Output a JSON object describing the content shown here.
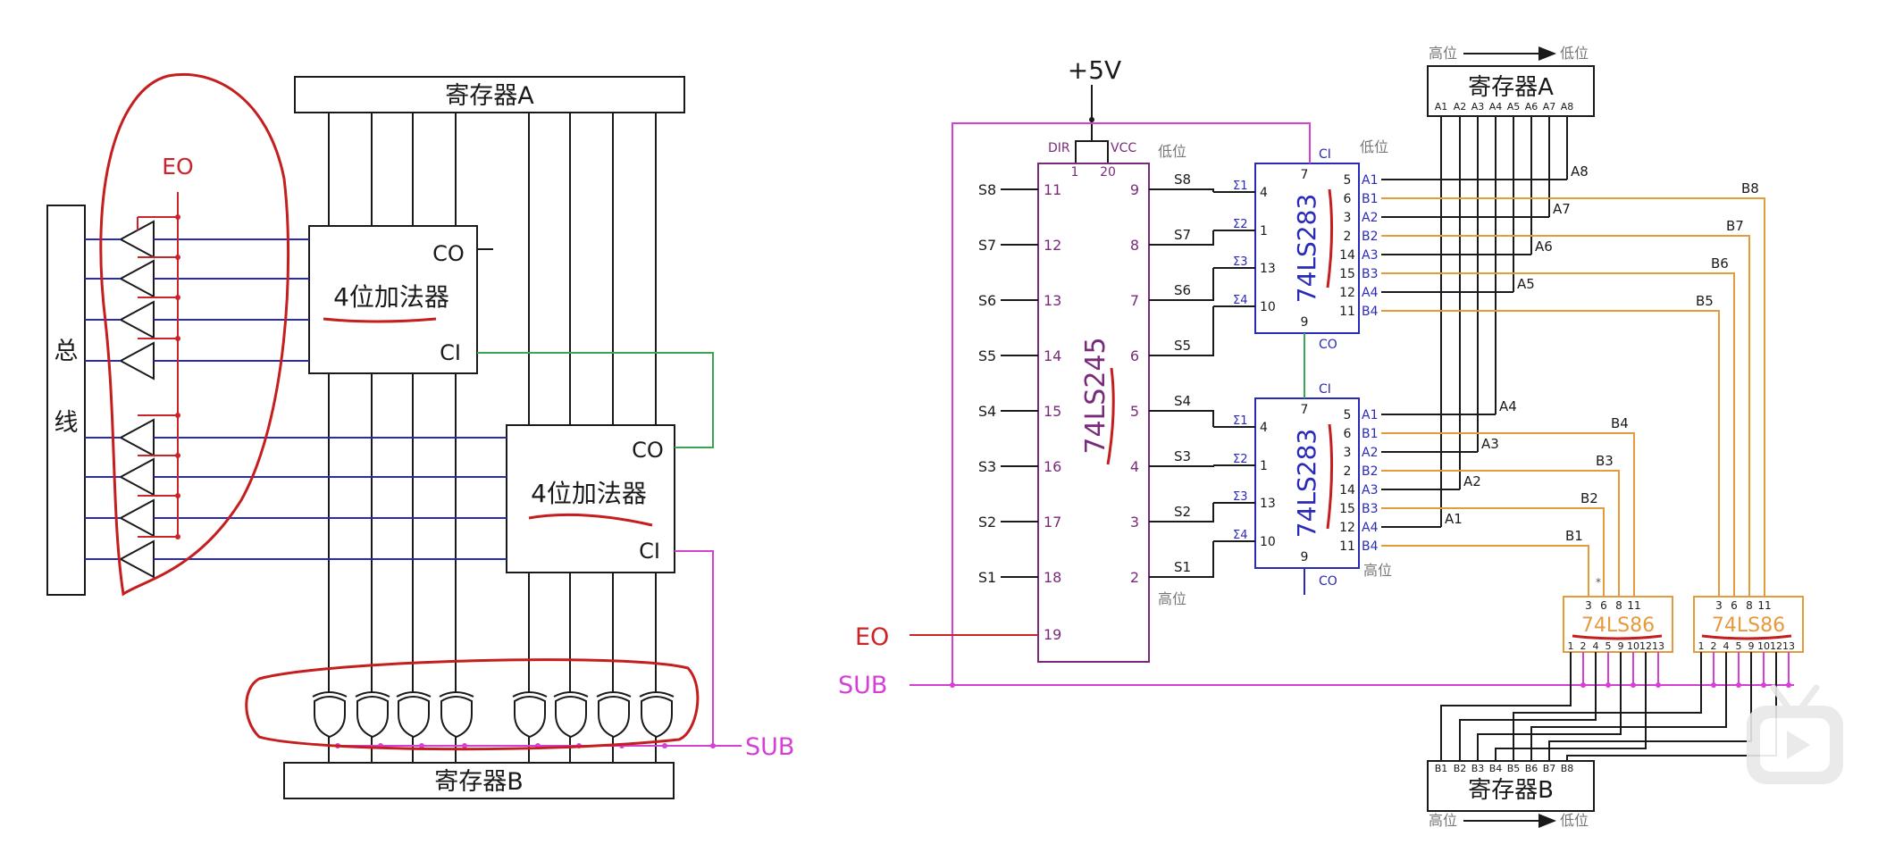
{
  "left": {
    "reg_a": "寄存器A",
    "reg_b": "寄存器B",
    "bus": [
      "总",
      "线"
    ],
    "adder_upper": {
      "name": "4位加法器",
      "co": "CO",
      "ci": "CI"
    },
    "adder_lower": {
      "name": "4位加法器",
      "co": "CO",
      "ci": "CI"
    },
    "eo": "EO",
    "sub": "SUB"
  },
  "right": {
    "vcc_label": "+5V",
    "ic245": {
      "name": "74LS245",
      "dir": "DIR",
      "vcc": "VCC",
      "pin_dir": "1",
      "pin_vcc": "20"
    },
    "s_labels": [
      "S8",
      "S7",
      "S6",
      "S5",
      "S4",
      "S3",
      "S2",
      "S1"
    ],
    "s_left_pins": [
      "11",
      "12",
      "13",
      "14",
      "15",
      "16",
      "17",
      "18"
    ],
    "s_right_pins": [
      "9",
      "8",
      "7",
      "6",
      "5",
      "4",
      "3",
      "2"
    ],
    "eo": "EO",
    "eo_pin": "19",
    "sub": "SUB",
    "low_bit": "低位",
    "high_bit": "高位",
    "high_to_low": "高位",
    "to_low": "低位",
    "ic283": {
      "name": "74LS283",
      "ci": "CI",
      "co": "CO",
      "pin_ci": "7",
      "pin_co": "9"
    },
    "sigma_upper": [
      "Σ1",
      "Σ2",
      "Σ3",
      "Σ4"
    ],
    "sigma_lower": [
      "Σ1",
      "Σ2",
      "Σ3",
      "Σ4"
    ],
    "sigma_pins": [
      "4",
      "1",
      "13",
      "10"
    ],
    "ab_labels": [
      "A1",
      "B1",
      "A2",
      "B2",
      "A3",
      "B3",
      "A4",
      "B4"
    ],
    "ab_pins": [
      "5",
      "6",
      "3",
      "2",
      "14",
      "15",
      "12",
      "11"
    ],
    "s_outs_upper": [
      "S8",
      "S7",
      "S6",
      "S5"
    ],
    "s_outs_lower": [
      "S4",
      "S3",
      "S2",
      "S1"
    ],
    "reg_a": "寄存器A",
    "reg_b": "寄存器B",
    "reg_a_pins": [
      "A1",
      "A2",
      "A3",
      "A4",
      "A5",
      "A6",
      "A7",
      "A8"
    ],
    "reg_b_pins": [
      "B1",
      "B2",
      "B3",
      "B4",
      "B5",
      "B6",
      "B7",
      "B8"
    ],
    "a_net_upper": [
      "A8",
      "A7",
      "A6",
      "A5"
    ],
    "a_net_lower": [
      "A4",
      "A3",
      "A2",
      "A1"
    ],
    "b_net_upper": [
      "B8",
      "B7",
      "B6",
      "B5"
    ],
    "b_net_lower": [
      "B4",
      "B3",
      "B2",
      "B1"
    ],
    "ic86": {
      "name": "74LS86"
    },
    "xor_top_pins": [
      "3",
      "6",
      "8",
      "11"
    ],
    "xor_bottom_pins": [
      "1",
      "2",
      "4",
      "5",
      "9",
      "10",
      "12",
      "13"
    ],
    "dot_mark": "*"
  },
  "colors": {
    "black": "#1a1a1a",
    "blue": "#2a2ab8",
    "red": "#c8242a",
    "green": "#3aa655",
    "magenta": "#d43fd4",
    "purple": "#7a2a7a",
    "orange": "#e59a3c",
    "ink": "#c41e1e"
  }
}
